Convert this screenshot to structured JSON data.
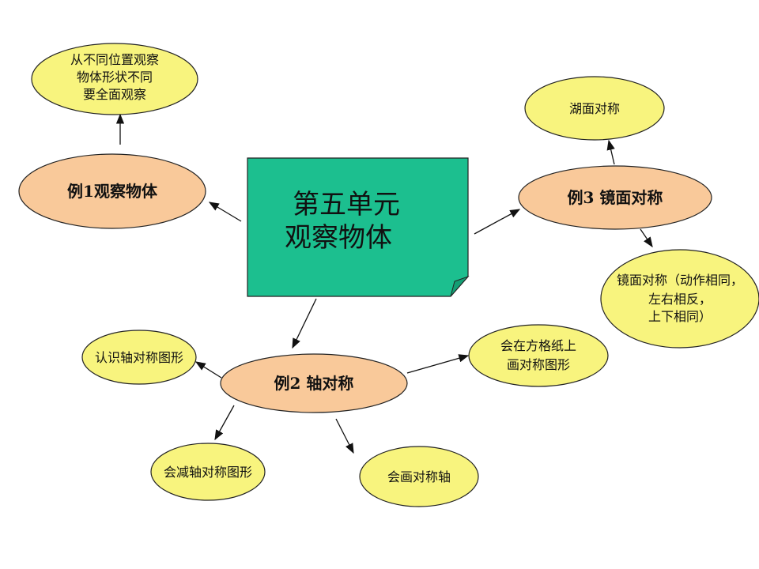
{
  "colors": {
    "center": "#1cbf8f",
    "main_node": "#f9c99a",
    "leaf_node": "#f8f47e"
  },
  "center": {
    "line1": "第五单元",
    "line2": "观察物体"
  },
  "example1": {
    "label": "例1观察物体",
    "leaf": [
      "从不同位置观察",
      "物体形状不同",
      "要全面观察"
    ]
  },
  "example2": {
    "label": "例2 轴对称",
    "leaves": [
      "认识轴对称图形",
      "会在方格纸上",
      "画对称图形",
      "会减轴对称图形",
      "会画对称轴"
    ]
  },
  "example3": {
    "label": "例3 镜面对称",
    "leaves": [
      "湖面对称",
      "镜面对称（动作相同，",
      "左右相反，",
      "上下相同）"
    ]
  }
}
